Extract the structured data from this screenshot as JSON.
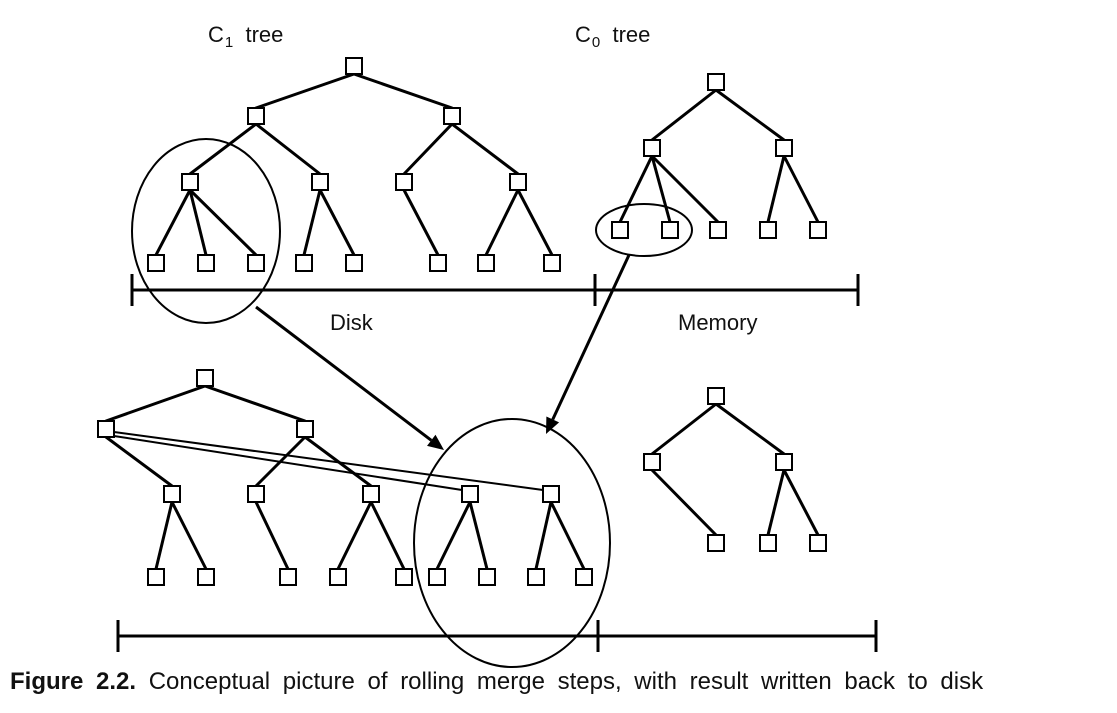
{
  "labels": {
    "c1": {
      "letter": "C",
      "subscript": "1",
      "word": "tree"
    },
    "c0": {
      "letter": "C",
      "subscript": "0",
      "word": "tree"
    },
    "disk": "Disk",
    "memory": "Memory"
  },
  "caption": {
    "bold": "Figure 2.2.",
    "text": "Conceptual picture of rolling merge steps, with result written back to disk"
  }
}
